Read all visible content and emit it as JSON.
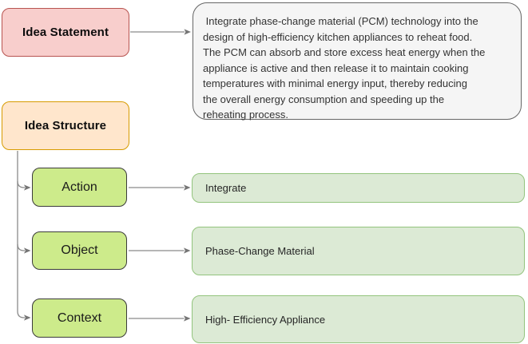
{
  "palette": {
    "statement_fill": "#f8cecc",
    "statement_stroke": "#b85450",
    "structure_fill": "#ffe6cc",
    "structure_stroke": "#d79b00",
    "component_fill": "#cdeb8b",
    "component_stroke": "#3b3b3b",
    "value_fill": "#dcead5",
    "value_stroke": "#93c47d",
    "paragraph_fill": "#f5f5f5",
    "paragraph_stroke": "#666666",
    "connector": "#8a8a8a"
  },
  "nodes": {
    "idea_statement_label": "Idea Statement",
    "idea_structure_label": "Idea Structure",
    "statement_paragraph": " Integrate phase-change material (PCM) technology into the\ndesign of high-efficiency kitchen appliances to reheat food.\nThe PCM can absorb and store excess heat energy when the\nappliance is active and then release it to maintain cooking\ntemperatures with minimal energy input, thereby reducing\nthe overall energy consumption and speeding up the\nreheating process.",
    "rows": [
      {
        "label": "Action",
        "value": "Integrate"
      },
      {
        "label": "Object",
        "value": "Phase-Change Material"
      },
      {
        "label": "Context",
        "value": "High- Efficiency Appliance"
      }
    ]
  }
}
